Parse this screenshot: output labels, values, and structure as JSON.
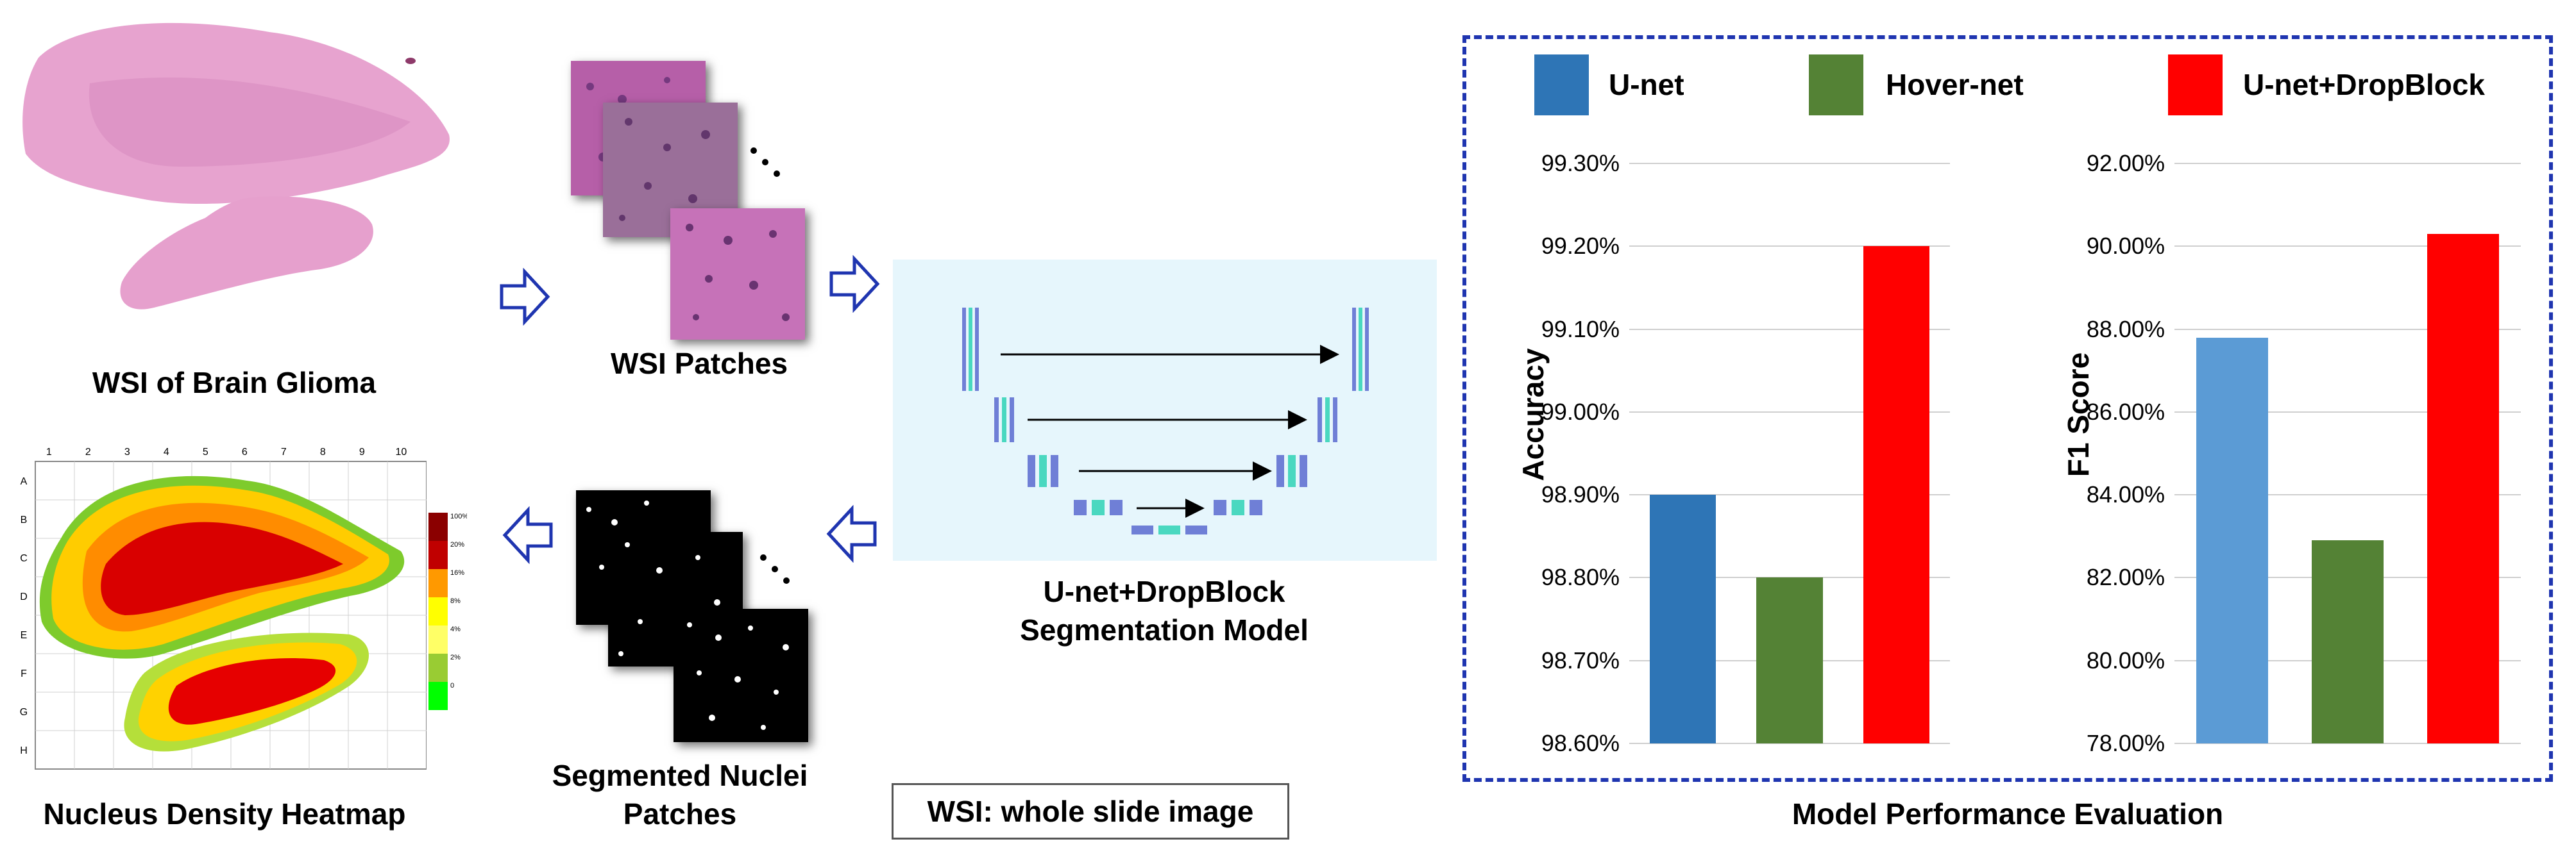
{
  "captions": {
    "wsi": "WSI of Brain Glioma",
    "patches": "WSI Patches",
    "model_line1": "U-net+DropBlock",
    "model_line2": "Segmentation Model",
    "segmented_line1": "Segmented Nuclei",
    "segmented_line2": "Patches",
    "heatmap": "Nucleus Density Heatmap",
    "note": "WSI: whole slide image",
    "performance": "Model Performance Evaluation"
  },
  "heatmap": {
    "col_labels": [
      "1",
      "2",
      "3",
      "4",
      "5",
      "6",
      "7",
      "8",
      "9",
      "10"
    ],
    "row_labels": [
      "A",
      "B",
      "C",
      "D",
      "E",
      "F",
      "G",
      "H"
    ],
    "scale_labels": [
      "100%",
      "20%",
      "16%",
      "8%",
      "4%",
      "2%",
      "0"
    ],
    "scale_colors": [
      "#8b0000",
      "#c00000",
      "#ff9900",
      "#ffff00",
      "#ffff66",
      "#99cc33",
      "#00ff00"
    ]
  },
  "legend": [
    {
      "name": "U-net",
      "color": "#2e75b6"
    },
    {
      "name": "Hover-net",
      "color": "#548235"
    },
    {
      "name": "U-net+DropBlock",
      "color": "#ff0000"
    }
  ],
  "chart_data": [
    {
      "type": "bar",
      "ylabel": "Accuracy",
      "categories": [
        "U-net",
        "Hover-net",
        "U-net+DropBlock"
      ],
      "values": [
        98.9,
        98.8,
        99.2
      ],
      "ylim": [
        98.6,
        99.3
      ],
      "ticks": [
        "98.60%",
        "98.70%",
        "98.80%",
        "98.90%",
        "99.00%",
        "99.10%",
        "99.20%",
        "99.30%"
      ],
      "colors": [
        "#2e75b6",
        "#548235",
        "#ff0000"
      ]
    },
    {
      "type": "bar",
      "ylabel": "F1 Score",
      "categories": [
        "U-net",
        "Hover-net",
        "U-net+DropBlock"
      ],
      "values": [
        87.8,
        82.9,
        90.3
      ],
      "ylim": [
        78.0,
        92.0
      ],
      "ticks": [
        "78.00%",
        "80.00%",
        "82.00%",
        "84.00%",
        "86.00%",
        "88.00%",
        "90.00%",
        "92.00%"
      ],
      "colors": [
        "#5b9bd5",
        "#548235",
        "#ff0000"
      ]
    }
  ]
}
